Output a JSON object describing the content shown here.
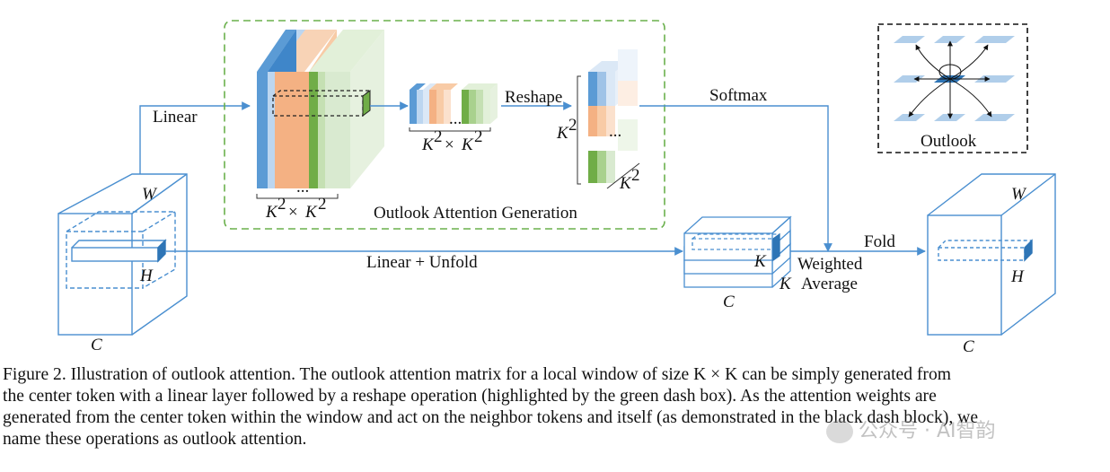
{
  "figure": {
    "labels": {
      "linear": "Linear",
      "reshape": "Reshape",
      "softmax": "Softmax",
      "linear_unfold": "Linear + Unfold",
      "fold": "Fold",
      "weighted": "Weighted",
      "average": "Average",
      "outlook": "Outlook",
      "generation": "Outlook Attention Generation",
      "ellipsis": "...",
      "K": "K",
      "sq": "2",
      "times": "×",
      "W": "W",
      "H": "H",
      "C": "C"
    },
    "colors": {
      "line": "#4a8fd0",
      "green_dash": "#6ab04c",
      "blue": "#5b9bd5",
      "orange": "#f4b183",
      "green": "#a9d18e",
      "dark_blue": "#2e75b6",
      "dark_green": "#70ad47"
    }
  },
  "caption": {
    "line1": "Figure 2. Illustration of outlook attention. The outlook attention matrix for a local window of size K × K can be simply generated from",
    "line2": "the center token with a linear layer followed by a reshape operation (highlighted by the green dash box). As the attention weights are",
    "line3": "generated from the center token within the window and act on the neighbor tokens and itself (as demonstrated in the black dash block), we",
    "line4": "name these operations as outlook attention."
  },
  "watermark": "公众号 · AI智韵"
}
